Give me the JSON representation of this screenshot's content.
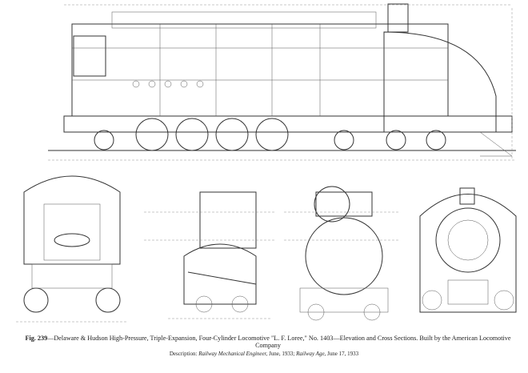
{
  "caption": {
    "fig_label": "Fig. 239",
    "text": "—Delaware & Hudson High-Pressure, Triple-Expansion, Four-Cylinder Locomotive \"L. F. Loree,\" No. 1403—Elevation and Cross Sections. Built by the American Locomotive Company"
  },
  "description": {
    "label": "Description:",
    "source1": "Railway Mechanical Engineer,",
    "date1": "June, 1933;",
    "source2": "Railway Age,",
    "date2": "June 17, 1933"
  }
}
